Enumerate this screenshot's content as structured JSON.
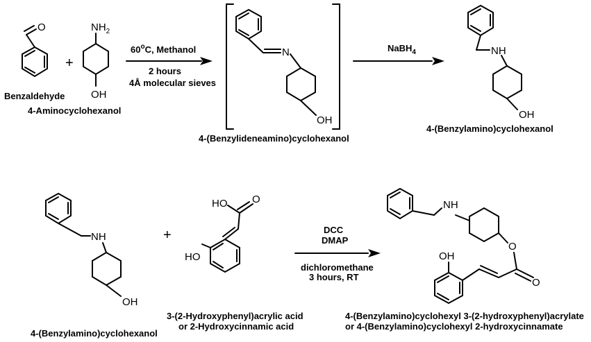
{
  "reaction1": {
    "reactant_a": {
      "name": "Benzaldehyde",
      "atom_o": "O"
    },
    "reactant_b": {
      "name": "4-Aminocyclohexanol",
      "atom_n": "NH",
      "atom_n_sub": "2",
      "atom_oh": "OH"
    },
    "plus": "+",
    "conditions": {
      "line1": "60",
      "line1_sup": "o",
      "line1_rest": "C, Methanol",
      "line2": "2 hours",
      "line3": "4Å molecular sieves"
    },
    "intermediate": {
      "name": "4-(Benzylideneamino)cyclohexanol",
      "atom_n": "N",
      "atom_oh": "OH"
    },
    "reagent2": {
      "main": "NaBH",
      "sub": "4"
    },
    "product": {
      "name": "4-(Benzylamino)cyclohexanol",
      "atom_nh": "NH",
      "atom_oh": "OH"
    }
  },
  "reaction2": {
    "reactant_a": {
      "name": "4-(Benzylamino)cyclohexanol",
      "atom_nh": "NH",
      "atom_oh": "OH"
    },
    "plus": "+",
    "reactant_b": {
      "name_line1": "3-(2-Hydroxyphenyl)acrylic acid",
      "name_line2": "or 2-Hydroxycinnamic acid",
      "atom_ho_acid": "HO",
      "atom_o_acid": "O",
      "atom_ho_phenol": "HO"
    },
    "conditions": {
      "line1": "DCC",
      "line2": "DMAP",
      "line3": "dichloromethane",
      "line4": "3 hours, RT"
    },
    "product": {
      "name_line1": "4-(Benzylamino)cyclohexyl 3-(2-hydroxyphenyl)acrylate",
      "name_line2": "or 4-(Benzylamino)cyclohexyl 2-hydroxycinnamate",
      "atom_nh": "NH",
      "atom_oh": "OH",
      "atom_o_ester": "O",
      "atom_o_carbonyl": "O"
    }
  }
}
